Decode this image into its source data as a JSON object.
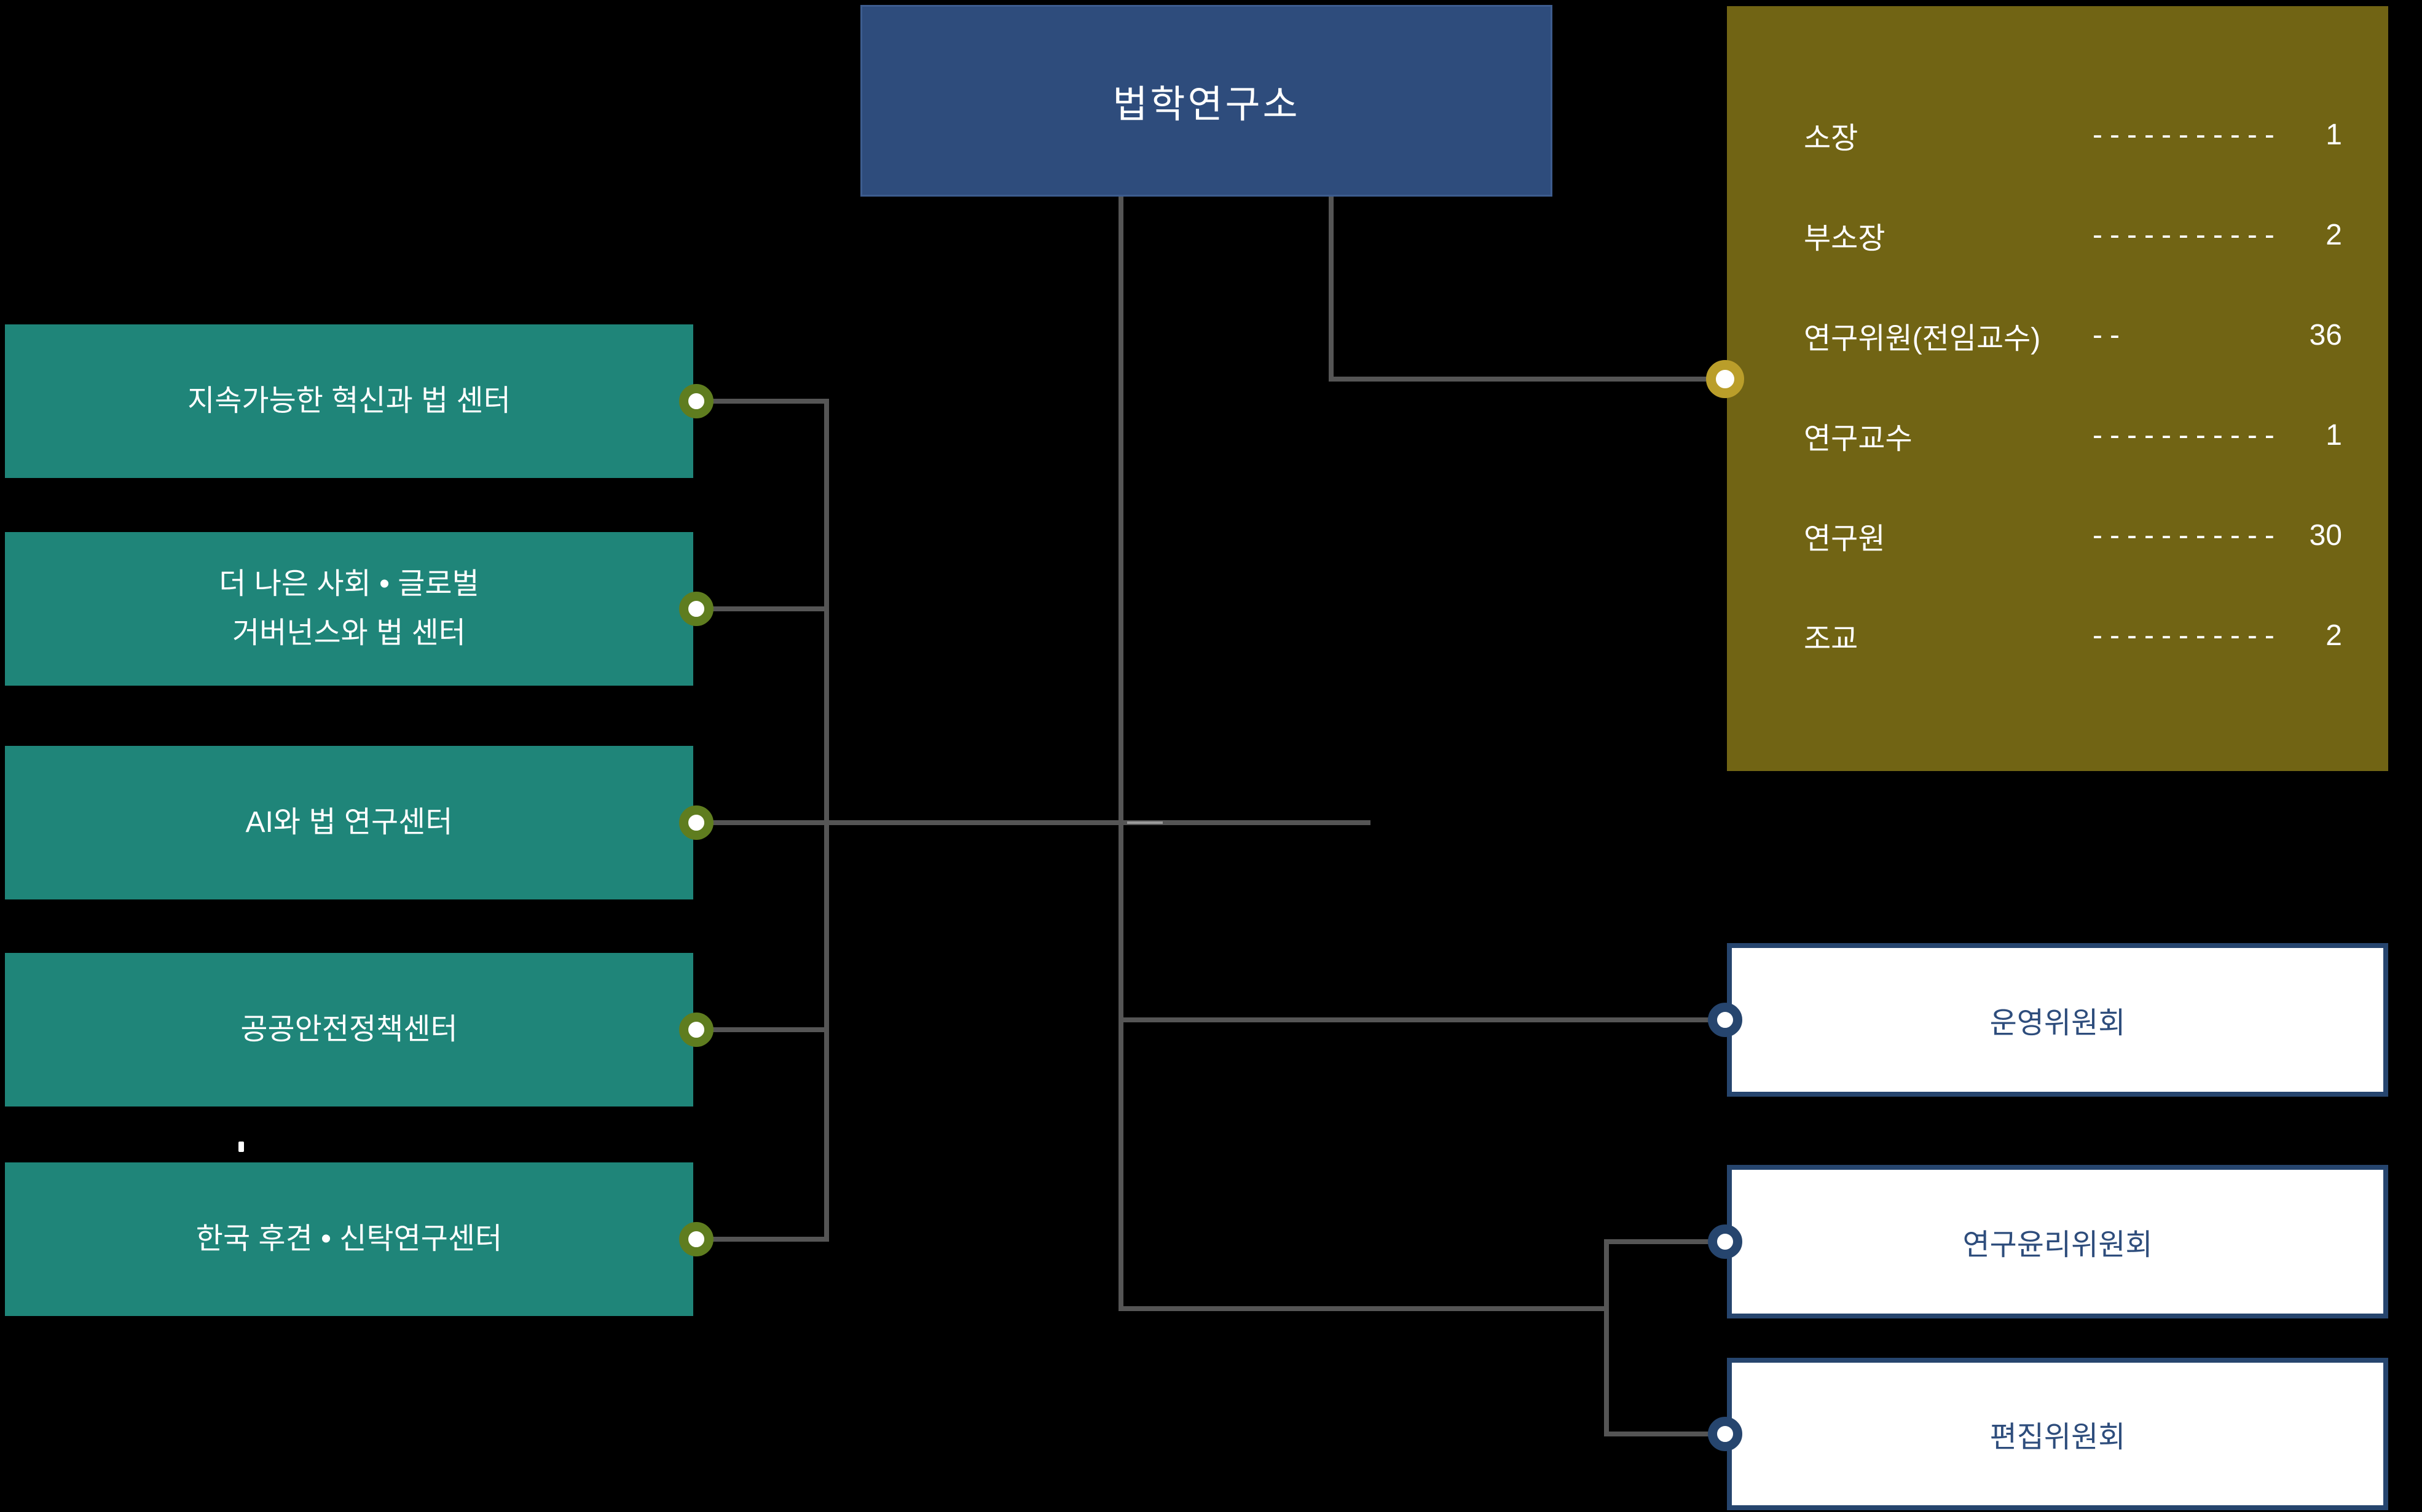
{
  "page": {
    "background_color": "#000000",
    "line_color": "#555555"
  },
  "root_node": {
    "label": "법학연구소",
    "fill_color": "#2E4C7C",
    "text_color": "#FFFFFF"
  },
  "staff_panel": {
    "fill_color": "#716414",
    "text_color": "#FFFFFF",
    "connector_dot_color": "#BA9E2A",
    "rows": [
      {
        "label": "소장",
        "dashes": "---------------",
        "value": "1"
      },
      {
        "label": "부소장",
        "dashes": "---------------",
        "value": "2"
      },
      {
        "label": "연구위원(전임교수)",
        "dashes": "--",
        "value": "36"
      },
      {
        "label": "연구교수",
        "dashes": "---------------",
        "value": "1"
      },
      {
        "label": "연구원",
        "dashes": "---------------",
        "value": "30"
      },
      {
        "label": "조교",
        "dashes": "---------------",
        "value": "2"
      }
    ]
  },
  "centers": {
    "fill_color": "#1F8579",
    "text_color": "#FFFFFF",
    "connector_dot_color": "#5F7D1F",
    "items": [
      {
        "lines": [
          "지속가능한 혁신과 법 센터"
        ]
      },
      {
        "lines": [
          "더 나은 사회 • 글로벌",
          "거버넌스와 법 센터"
        ]
      },
      {
        "lines": [
          "AI와 법 연구센터"
        ]
      },
      {
        "lines": [
          "공공안전정책센터"
        ]
      },
      {
        "lines": [
          "한국 후견 • 신탁연구센터"
        ]
      }
    ]
  },
  "committees": {
    "fill_color": "#FFFFFF",
    "border_color": "#26456E",
    "text_color": "#2E4D7C",
    "connector_dot_color": "#26456E",
    "items": [
      {
        "label": "운영위원회"
      },
      {
        "label": "연구윤리위원회"
      },
      {
        "label": "편집위원회"
      }
    ]
  }
}
